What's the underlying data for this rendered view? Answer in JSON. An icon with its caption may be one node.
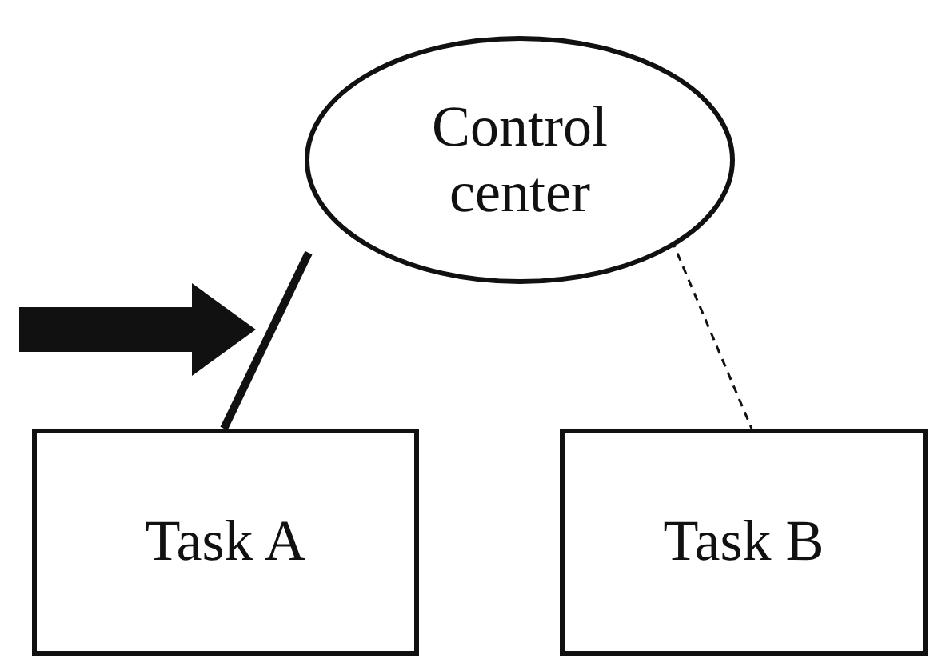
{
  "diagram": {
    "nodes": [
      {
        "text": [
          "Control center"
        ]
      },
      {
        "text": [
          "Task A"
        ]
      },
      {
        "text": [
          "Task B"
        ]
      }
    ],
    "edges": [
      {
        "from": 0,
        "to": 1,
        "arrow": "none",
        "style": "thick"
      },
      {
        "from": 0,
        "to": 2,
        "arrow": "none",
        "style": "dashed"
      }
    ]
  }
}
